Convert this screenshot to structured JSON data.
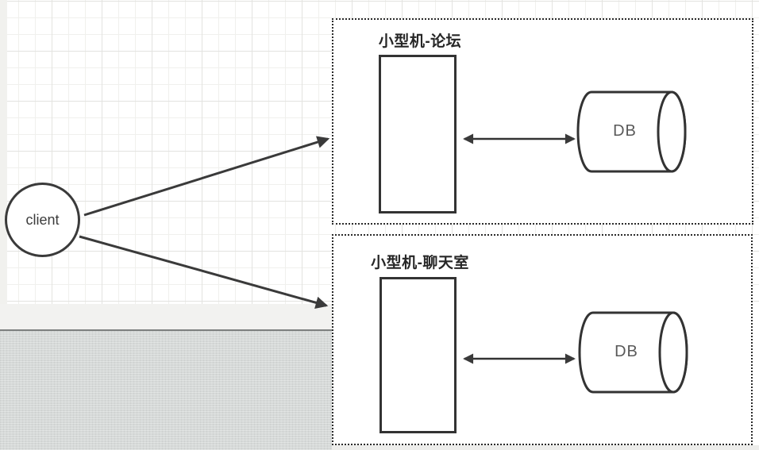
{
  "client": {
    "label": "client",
    "shape": "circle"
  },
  "forum": {
    "title": "小型机-论坛",
    "server_shape": "rectangle",
    "db_label": "DB",
    "db_shape": "horizontal-cylinder"
  },
  "chat": {
    "title": "小型机-聊天室",
    "server_shape": "rectangle",
    "db_label": "DB",
    "db_shape": "horizontal-cylinder"
  },
  "edges": [
    {
      "from": "client",
      "to": "forum-group",
      "type": "arrow",
      "direction": "one-way"
    },
    {
      "from": "client",
      "to": "chat-group",
      "type": "arrow",
      "direction": "one-way"
    },
    {
      "from": "forum-server",
      "to": "forum-db",
      "type": "arrow",
      "direction": "bidirectional"
    },
    {
      "from": "chat-server",
      "to": "chat-db",
      "type": "arrow",
      "direction": "bidirectional"
    }
  ],
  "colors": {
    "shape_stroke": "#333333",
    "connector": "#3a3a3a",
    "group_border": "#2b2b2b",
    "db_text": "#595959",
    "title_text": "#262626",
    "offpage_dark": "#d6d9d8",
    "offpage_light": "#f2f2f0",
    "grid_minor": "#f0f0ed",
    "grid_major": "#e3e3e0"
  }
}
